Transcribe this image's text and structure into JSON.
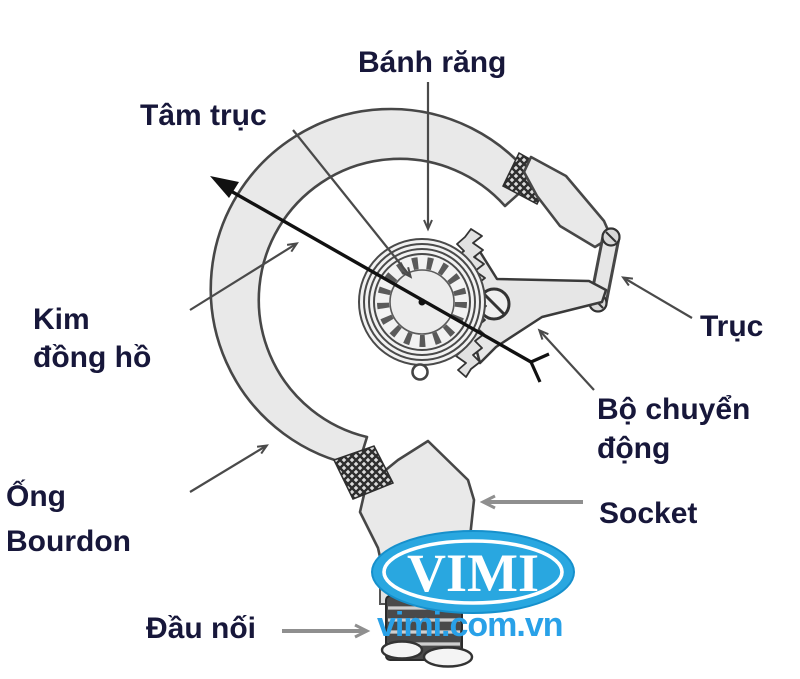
{
  "diagram_subject": "Bourdon tube pressure gauge mechanism",
  "labels": {
    "banh_rang": "Bánh răng",
    "tam_truc": "Tâm trục",
    "kim_dong_ho": [
      "Kim",
      "đồng hồ"
    ],
    "truc": "Trục",
    "bo_chuyen_dong": [
      "Bộ chuyển",
      "động"
    ],
    "ong_bourdon": [
      "Ống",
      "Bourdon"
    ],
    "socket": "Socket",
    "dau_noi": "Đầu nối"
  },
  "logo": {
    "name": "VIMI",
    "website": "vimi.com.vn",
    "oval_color": "#29a7e0",
    "logo_text_color": "#ffffff",
    "website_color": "#29a1e8"
  },
  "colors": {
    "label_text": "#17173a",
    "tube_fill": "#e9e9e9",
    "outline": "#3f3f3f",
    "annotation_arrow": "#4a4a4a",
    "gray_arrow": "#8f8f8f",
    "needle": "#111111"
  }
}
